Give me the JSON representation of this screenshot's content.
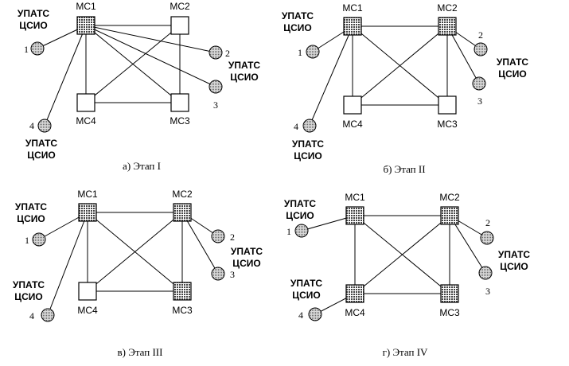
{
  "labels": {
    "terminal_line1": "УПАТС",
    "terminal_line2": "ЦСИО",
    "ms1": "МС1",
    "ms2": "МС2",
    "ms3": "МС3",
    "ms4": "МС4",
    "t1": "1",
    "t2": "2",
    "t3": "3",
    "t4": "4"
  },
  "panels": [
    {
      "caption": "а) Этап I",
      "digital_ms": [
        "ms1"
      ]
    },
    {
      "caption": "б) Этап II",
      "digital_ms": [
        "ms1",
        "ms2"
      ]
    },
    {
      "caption": "в) Этап III",
      "digital_ms": [
        "ms1",
        "ms2",
        "ms3"
      ]
    },
    {
      "caption": "г) Этап IV",
      "digital_ms": [
        "ms1",
        "ms2",
        "ms3",
        "ms4"
      ]
    }
  ],
  "colors": {
    "digital_node": "#444444",
    "analog_node": "#ffffff",
    "terminal": "#9a9a9a",
    "line": "#000000"
  }
}
